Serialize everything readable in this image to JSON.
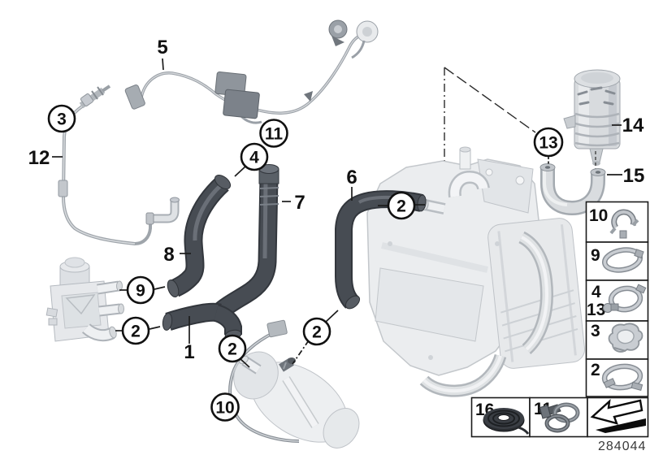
{
  "diagram": {
    "drawing_number": "284044",
    "type": "exploded-parts-diagram",
    "callouts": {
      "c1": "1",
      "c2": "2",
      "c3": "3",
      "c4": "4",
      "c5": "5",
      "c6": "6",
      "c7": "7",
      "c8": "8",
      "c9": "9",
      "c10": "10",
      "c11": "11",
      "c12": "12",
      "c13": "13",
      "c14": "14",
      "c15": "15",
      "c16": "16"
    },
    "legend": {
      "side_items": [
        {
          "label": "10",
          "icon": "pipe-clamp-icon"
        },
        {
          "label": "9",
          "icon": "hose-clamp-icon"
        },
        {
          "label": "4",
          "label2": "13",
          "icon": "screw-clamp-icon"
        },
        {
          "label": "3",
          "icon": "cable-clip-icon"
        },
        {
          "label": "2",
          "icon": "spring-band-clamp-icon"
        }
      ],
      "bottom_items": [
        {
          "label": "16",
          "icon": "sealing-tape-icon"
        },
        {
          "label": "11",
          "icon": "double-clamp-icon"
        },
        {
          "label": "",
          "icon": "direction-arrow-icon"
        }
      ]
    },
    "colors": {
      "hose_dark": "#474c53",
      "part_light": "#e9ebed",
      "line": "#1c1c1c",
      "background": "#ffffff"
    }
  }
}
